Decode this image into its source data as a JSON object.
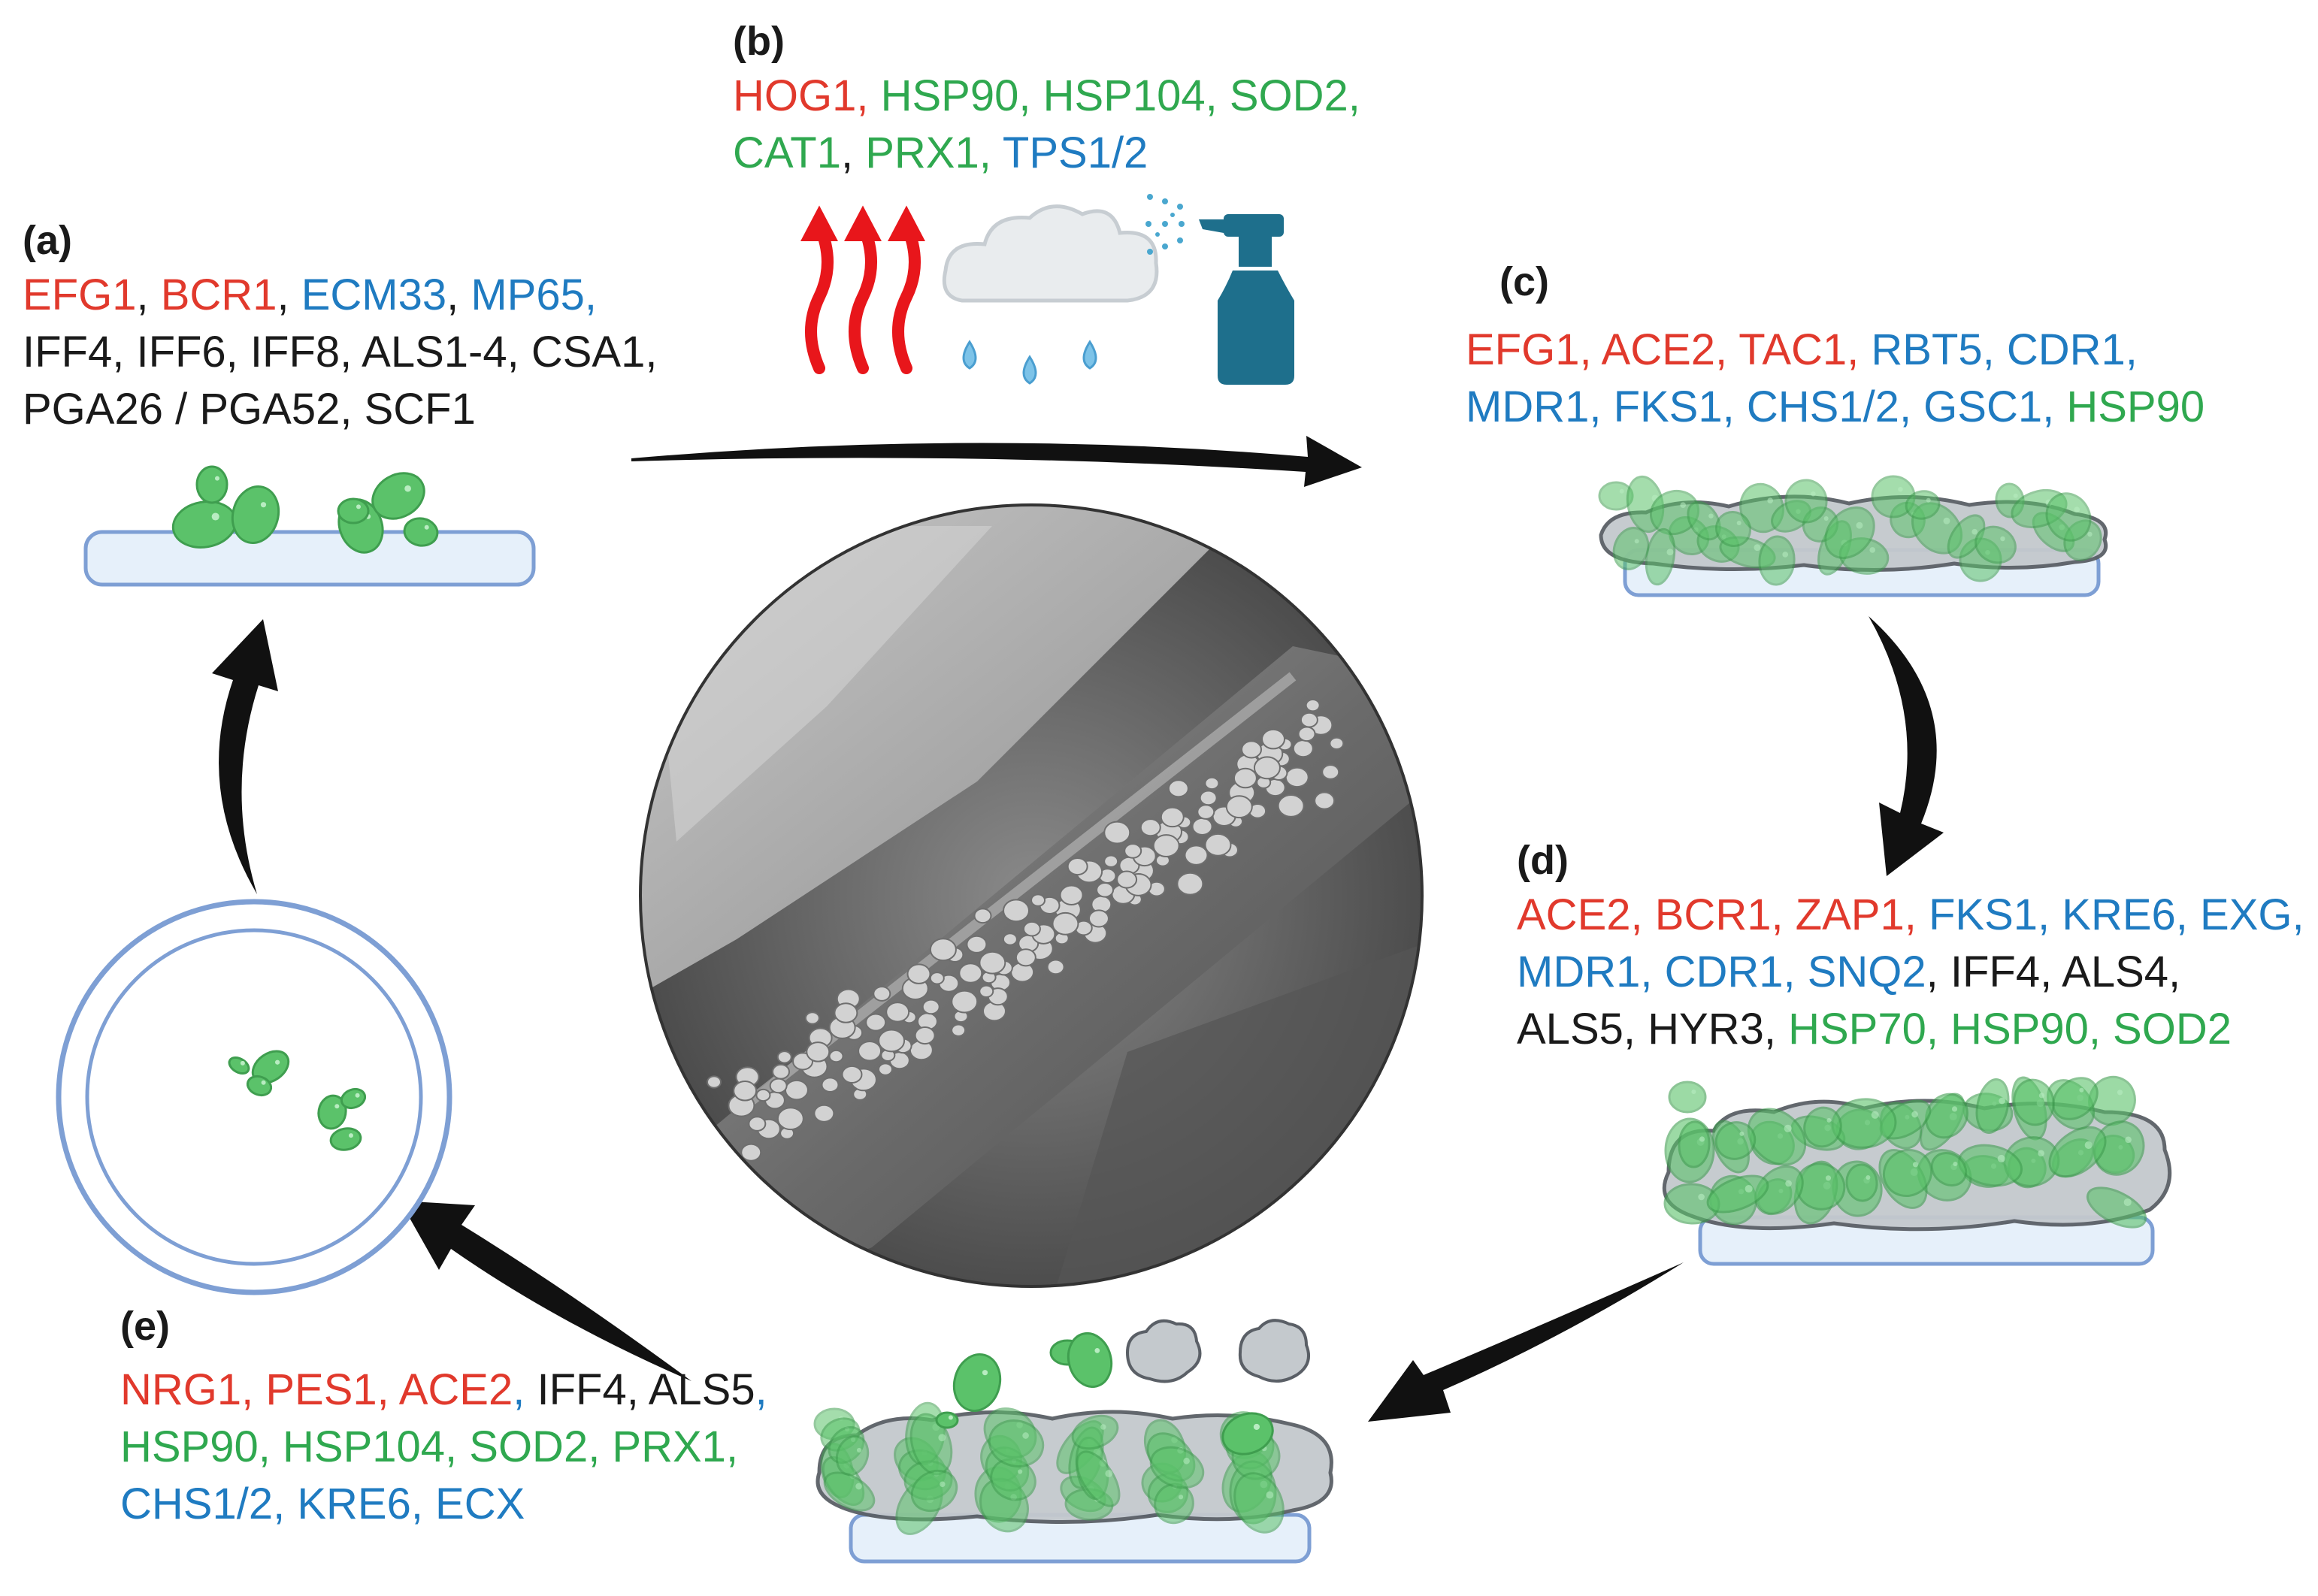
{
  "colors": {
    "red": "#e1392c",
    "blue": "#1f7bc1",
    "green": "#2fa84f",
    "black": "#1a1a1a",
    "cell_fill": "#5bc26a",
    "surface_fill": "#e6f0fa",
    "surface_stroke": "#7e9fd4",
    "matrix_fill": "#c4c9cd",
    "arrow": "#111111",
    "heat": "#e8161b",
    "spray": "#1e6f8c",
    "drop": "#7dc3e8"
  },
  "icons": [
    "heat-waves-icon",
    "rain-cloud-icon",
    "spray-bottle-icon"
  ],
  "panels": [
    {
      "id": "a",
      "label": "(a)",
      "lines": [
        [
          {
            "t": "EFG1",
            "c": "red"
          },
          {
            "t": ", ",
            "c": "black"
          },
          {
            "t": "BCR1",
            "c": "red"
          },
          {
            "t": ", ",
            "c": "black"
          },
          {
            "t": "ECM33",
            "c": "blue"
          },
          {
            "t": ", ",
            "c": "black"
          },
          {
            "t": "MP65,",
            "c": "blue"
          }
        ],
        [
          {
            "t": "IFF4, IFF6, IFF8, ALS1-4, CSA1,",
            "c": "black"
          }
        ],
        [
          {
            "t": "PGA26 / PGA52, SCF1",
            "c": "black"
          }
        ]
      ]
    },
    {
      "id": "b",
      "label": "(b)",
      "lines": [
        [
          {
            "t": "HOG1, ",
            "c": "red"
          },
          {
            "t": "HSP90, HSP104, SOD2,",
            "c": "green"
          }
        ],
        [
          {
            "t": "CAT1",
            "c": "green"
          },
          {
            "t": ", ",
            "c": "black"
          },
          {
            "t": "PRX1, ",
            "c": "green"
          },
          {
            "t": "TPS1/2",
            "c": "blue"
          }
        ]
      ]
    },
    {
      "id": "c",
      "label": "(c)",
      "lines": [
        [
          {
            "t": "EFG1, ACE2, TAC1, ",
            "c": "red"
          },
          {
            "t": "RBT5, CDR1,",
            "c": "blue"
          }
        ],
        [
          {
            "t": "MDR1, FKS1, CHS1/2, GSC1, ",
            "c": "blue"
          },
          {
            "t": "HSP90",
            "c": "green"
          }
        ]
      ]
    },
    {
      "id": "d",
      "label": "(d)",
      "lines": [
        [
          {
            "t": "ACE2, BCR1, ZAP1, ",
            "c": "red"
          },
          {
            "t": "FKS1, KRE6, EXG,",
            "c": "blue"
          }
        ],
        [
          {
            "t": "MDR1, CDR1, SNQ2",
            "c": "blue"
          },
          {
            "t": ",  IFF4, ALS4,",
            "c": "black"
          }
        ],
        [
          {
            "t": "ALS5, HYR3, ",
            "c": "black"
          },
          {
            "t": "HSP70, HSP90, SOD2",
            "c": "green"
          }
        ]
      ]
    },
    {
      "id": "e",
      "label": "(e)",
      "lines": [
        [
          {
            "t": "NRG1, PES1, ACE2",
            "c": "red"
          },
          {
            "t": ", ",
            "c": "blue"
          },
          {
            "t": "IFF4, ALS5",
            "c": "black"
          },
          {
            "t": ",",
            "c": "blue"
          }
        ],
        [
          {
            "t": "HSP90, HSP104, SOD2, PRX1,",
            "c": "green"
          }
        ],
        [
          {
            "t": "CHS1/2, KRE6, ECX",
            "c": "blue"
          }
        ]
      ]
    }
  ]
}
